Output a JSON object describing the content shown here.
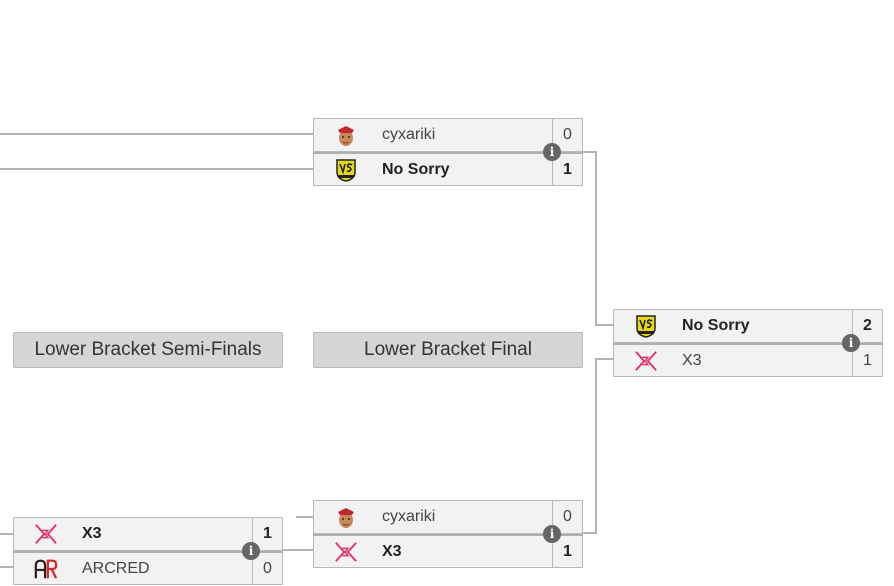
{
  "rounds": {
    "semi_finals": "Lower Bracket Semi-Finals",
    "final": "Lower Bracket Final"
  },
  "matches": [
    {
      "teams": [
        {
          "name": "cyxariki",
          "score": "0",
          "logo": "cyxariki-logo"
        },
        {
          "name": "No Sorry",
          "score": "1",
          "logo": "no-sorry-logo"
        }
      ]
    },
    {
      "teams": [
        {
          "name": "No Sorry",
          "score": "2",
          "logo": "no-sorry-logo"
        },
        {
          "name": "X3",
          "score": "1",
          "logo": "x3-logo"
        }
      ]
    },
    {
      "teams": [
        {
          "name": "cyxariki",
          "score": "0",
          "logo": "cyxariki-logo"
        },
        {
          "name": "X3",
          "score": "1",
          "logo": "x3-logo"
        }
      ]
    },
    {
      "teams": [
        {
          "name": "X3",
          "score": "1",
          "logo": "x3-logo"
        },
        {
          "name": "ARCRED",
          "score": "0",
          "logo": "arcred-logo"
        }
      ]
    }
  ],
  "info_icon": "info-icon",
  "colors": {
    "x3_pink": "#e0306a",
    "no_sorry_yellow": "#e8d81a",
    "arcred_red": "#d9232e",
    "connector": "#b3b3b3"
  }
}
